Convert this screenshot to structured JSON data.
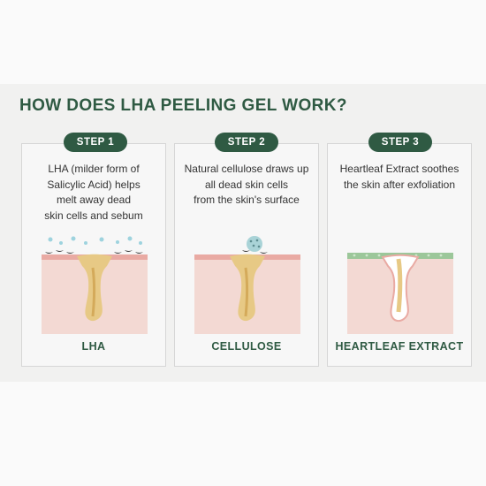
{
  "heading": "HOW DOES LHA PEELING GEL WORK?",
  "steps": [
    {
      "badge": "STEP 1",
      "lines": [
        "LHA (milder form of",
        "Salicylic Acid) helps",
        "melt away dead",
        "skin cells and sebum"
      ],
      "label": "LHA"
    },
    {
      "badge": "STEP 2",
      "lines": [
        "Natural cellulose draws up",
        "all dead skin cells",
        "from the skin's surface"
      ],
      "label": "CELLULOSE"
    },
    {
      "badge": "STEP 3",
      "lines": [
        "Heartleaf Extract soothes",
        "the skin after exfoliation"
      ],
      "label": "HEARTLEAF EXTRACT"
    }
  ],
  "colors": {
    "brand_green": "#2f5a43",
    "skin": "#f3d9d3",
    "skin_edge": "#e9aaa3",
    "sebum": "#e7c985",
    "dead_cells": "#333333",
    "lha_bubbles": "#9ed3de",
    "heartleaf": "#9cc79a"
  }
}
